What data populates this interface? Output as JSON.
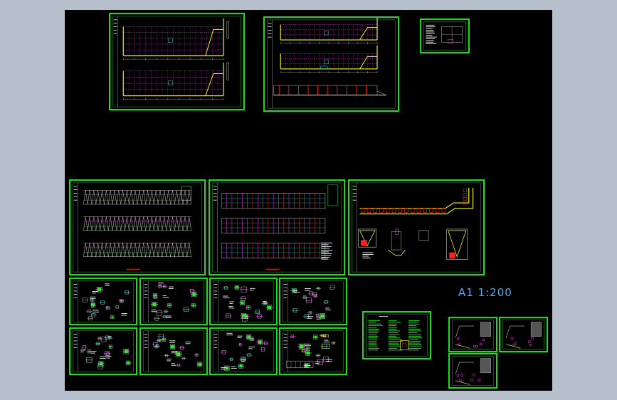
{
  "window": {
    "title": ""
  },
  "drawing": {
    "scale_label": "A1 1:200",
    "colors": {
      "background": "#000000",
      "frame": "#18e018",
      "yellow": "#f4f41a",
      "magenta": "#ff33ff",
      "white": "#ffffff",
      "red": "#ff2020",
      "cyan": "#30e8e8",
      "green": "#30e830",
      "label": "#5fa8f0"
    },
    "sheets": [
      {
        "id": "elevation-a",
        "type": "elevation-pair"
      },
      {
        "id": "elevation-b",
        "type": "elevation-triple"
      },
      {
        "id": "notes-small",
        "type": "notes"
      },
      {
        "id": "plan-columns",
        "type": "plan-magenta"
      },
      {
        "id": "plan-beams",
        "type": "plan-mixed"
      },
      {
        "id": "foundation-plan",
        "type": "foundation"
      },
      {
        "id": "details-1",
        "type": "details"
      },
      {
        "id": "details-2",
        "type": "details"
      },
      {
        "id": "details-3",
        "type": "details"
      },
      {
        "id": "details-4",
        "type": "details"
      },
      {
        "id": "details-5",
        "type": "details"
      },
      {
        "id": "details-6",
        "type": "details"
      },
      {
        "id": "details-7",
        "type": "details"
      },
      {
        "id": "details-8",
        "type": "details-mixed"
      },
      {
        "id": "general-notes",
        "type": "notes-large"
      },
      {
        "id": "small-detail-1",
        "type": "small-detail"
      },
      {
        "id": "small-detail-2",
        "type": "small-detail"
      },
      {
        "id": "small-detail-3",
        "type": "small-detail"
      }
    ]
  }
}
